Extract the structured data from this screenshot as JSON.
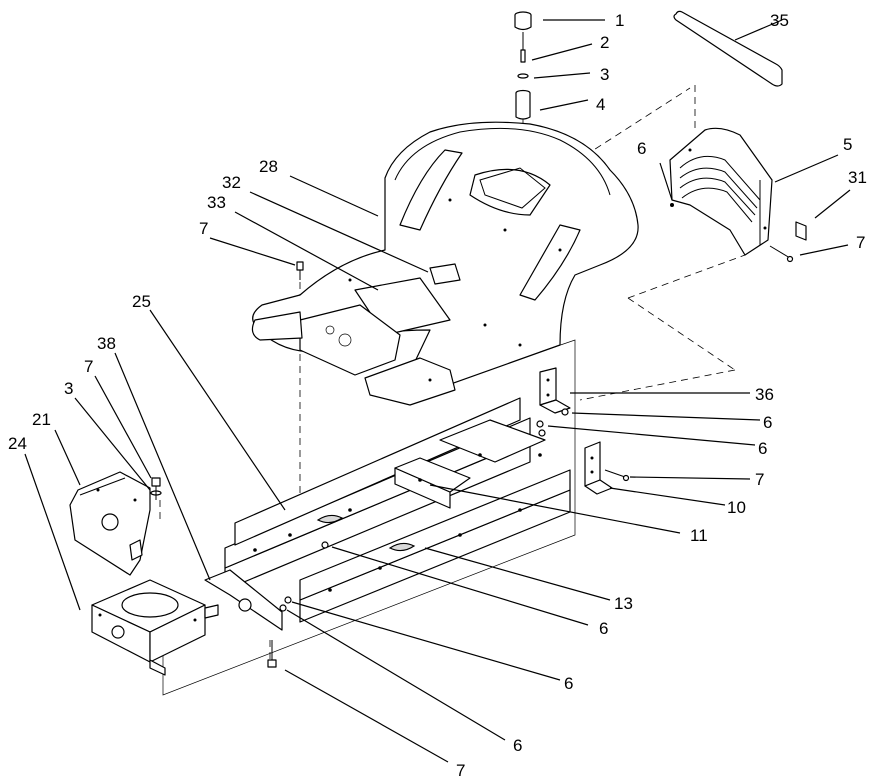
{
  "callouts": [
    {
      "id": "c1",
      "label": "1"
    },
    {
      "id": "c2",
      "label": "2"
    },
    {
      "id": "c3",
      "label": "3"
    },
    {
      "id": "c4",
      "label": "4"
    },
    {
      "id": "c35",
      "label": "35"
    },
    {
      "id": "c5",
      "label": "5"
    },
    {
      "id": "c6a",
      "label": "6"
    },
    {
      "id": "c31",
      "label": "31"
    },
    {
      "id": "c7a",
      "label": "7"
    },
    {
      "id": "c28",
      "label": "28"
    },
    {
      "id": "c32",
      "label": "32"
    },
    {
      "id": "c33",
      "label": "33"
    },
    {
      "id": "c7b",
      "label": "7"
    },
    {
      "id": "c25",
      "label": "25"
    },
    {
      "id": "c38",
      "label": "38"
    },
    {
      "id": "c7c",
      "label": "7"
    },
    {
      "id": "c3b",
      "label": "3"
    },
    {
      "id": "c21",
      "label": "21"
    },
    {
      "id": "c24",
      "label": "24"
    },
    {
      "id": "c36",
      "label": "36"
    },
    {
      "id": "c6b",
      "label": "6"
    },
    {
      "id": "c6c",
      "label": "6"
    },
    {
      "id": "c7d",
      "label": "7"
    },
    {
      "id": "c10",
      "label": "10"
    },
    {
      "id": "c11",
      "label": "11"
    },
    {
      "id": "c13",
      "label": "13"
    },
    {
      "id": "c6d",
      "label": "6"
    },
    {
      "id": "c6e",
      "label": "6"
    },
    {
      "id": "c6f",
      "label": "6"
    },
    {
      "id": "c7e",
      "label": "7"
    }
  ]
}
